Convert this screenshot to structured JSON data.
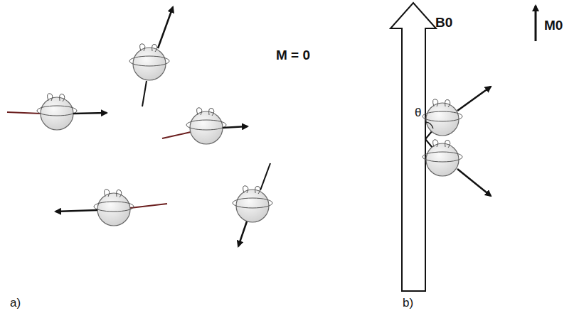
{
  "diagram": {
    "labels": [
      "M = 0",
      "B0",
      "M0",
      "θ",
      "a)",
      "b)"
    ]
  }
}
